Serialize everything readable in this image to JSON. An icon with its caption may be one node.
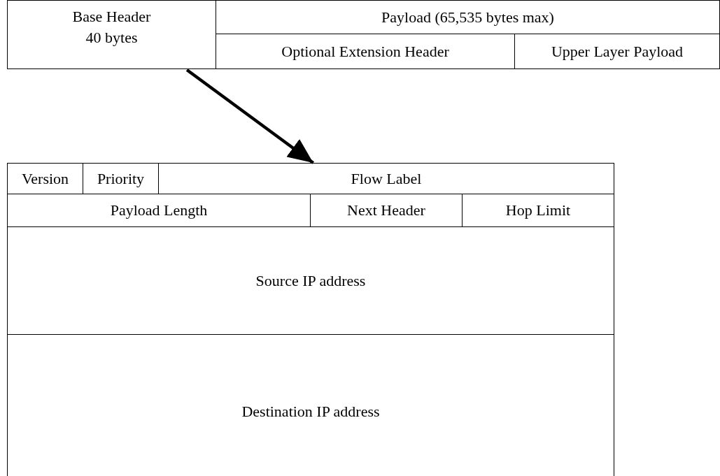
{
  "diagram": {
    "nodes": [
      {
        "text": [
          "Base Header",
          "40 bytes"
        ]
      },
      {
        "text": [
          "Payload (65,535 bytes max)"
        ]
      },
      {
        "text": [
          "Optional Extension Header"
        ]
      },
      {
        "text": [
          "Upper Layer Payload"
        ]
      },
      {
        "text": [
          "Version"
        ]
      },
      {
        "text": [
          "Priority"
        ]
      },
      {
        "text": [
          "Flow Label"
        ]
      },
      {
        "text": [
          "Payload Length"
        ]
      },
      {
        "text": [
          "Next Header"
        ]
      },
      {
        "text": [
          "Hop Limit"
        ]
      },
      {
        "text": [
          "Source IP address"
        ]
      },
      {
        "text": [
          "Destination IP address"
        ]
      }
    ],
    "edges": [
      {
        "from": 0,
        "to": 6,
        "arrow": "to"
      }
    ]
  }
}
